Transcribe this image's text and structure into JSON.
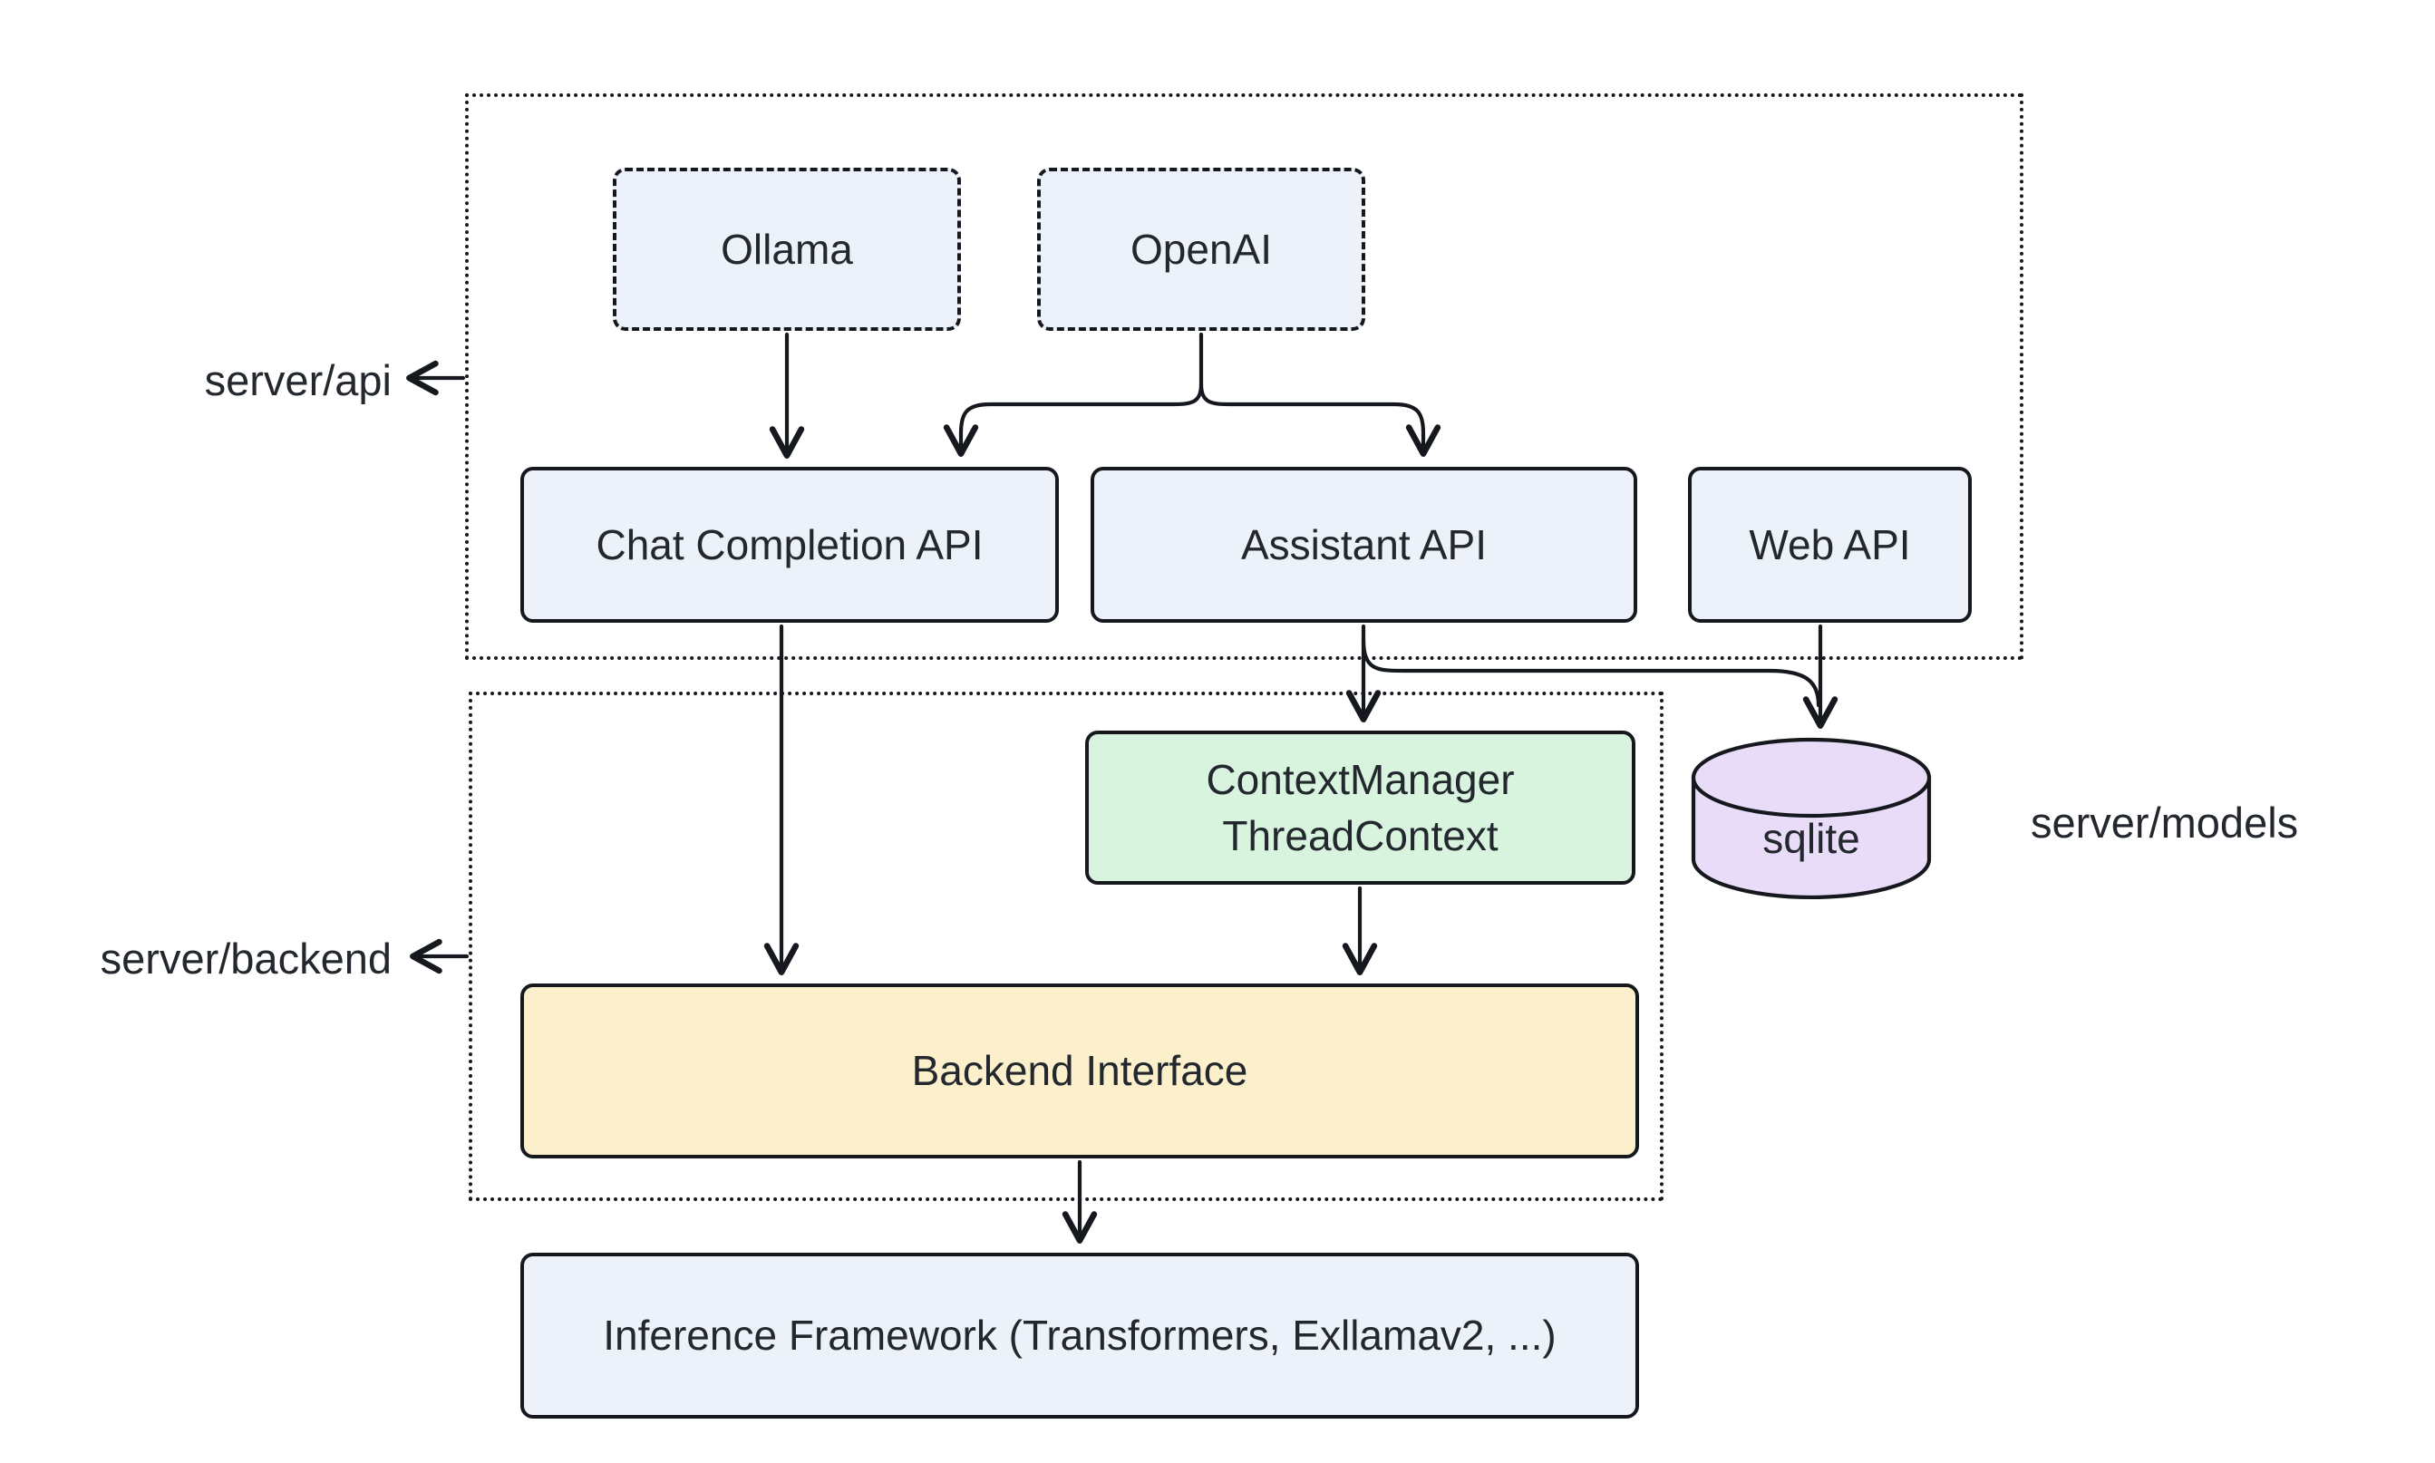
{
  "diagram": {
    "containers": {
      "api": {
        "label": "server/api"
      },
      "backend": {
        "label": "server/backend"
      },
      "models": {
        "label": "server/models"
      }
    },
    "nodes": {
      "ollama": {
        "label": "Ollama"
      },
      "openai": {
        "label": "OpenAI"
      },
      "chat_completion_api": {
        "label": "Chat Completion API"
      },
      "assistant_api": {
        "label": "Assistant API"
      },
      "web_api": {
        "label": "Web API"
      },
      "context_manager": {
        "line1": "ContextManager",
        "line2": "ThreadContext"
      },
      "sqlite": {
        "label": "sqlite"
      },
      "backend_interface": {
        "label": "Backend Interface"
      },
      "inference_framework": {
        "label": "Inference Framework (Transformers, Exllamav2, ...)"
      }
    },
    "edges": [
      {
        "from": "Ollama",
        "to": "Chat Completion API"
      },
      {
        "from": "OpenAI",
        "to": "Chat Completion API"
      },
      {
        "from": "OpenAI",
        "to": "Assistant API"
      },
      {
        "from": "Chat Completion API",
        "to": "Backend Interface"
      },
      {
        "from": "Assistant API",
        "to": "ContextManager ThreadContext"
      },
      {
        "from": "Assistant API",
        "to": "sqlite"
      },
      {
        "from": "Web API",
        "to": "sqlite"
      },
      {
        "from": "ContextManager ThreadContext",
        "to": "Backend Interface"
      },
      {
        "from": "Backend Interface",
        "to": "Inference Framework (Transformers, Exllamav2, ...)"
      }
    ],
    "colors": {
      "node_fill": "#ecf1fa",
      "green_fill": "#d8f3de",
      "yellow_fill": "#fcefcb",
      "purple_fill": "#e9dcf8",
      "border": "#15181d",
      "text": "#23272e",
      "background": "#ffffff"
    }
  }
}
